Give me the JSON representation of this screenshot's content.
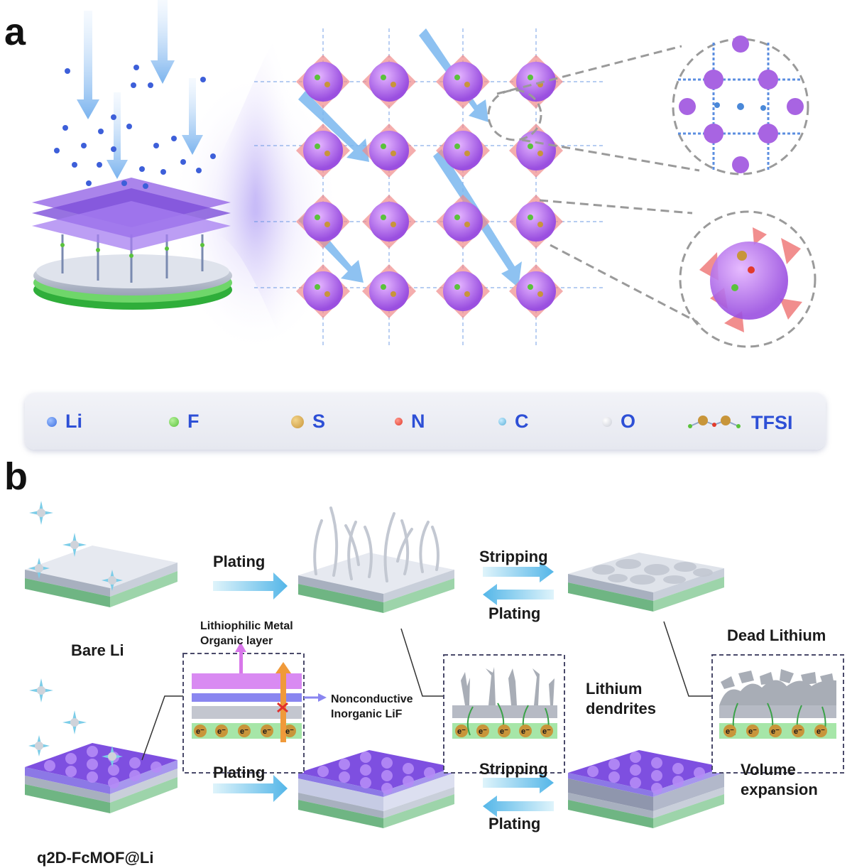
{
  "panel_a": {
    "letter": "a",
    "legend": [
      {
        "label": "Li",
        "color": "#3d6fe0"
      },
      {
        "label": "F",
        "color": "#5ac23c"
      },
      {
        "label": "S",
        "color": "#c8953a"
      },
      {
        "label": "N",
        "color": "#e23a2c"
      },
      {
        "label": "C",
        "color": "#5ab0d8"
      },
      {
        "label": "O",
        "color": "#c9ccd6"
      },
      {
        "label": "TFSI",
        "color": "#2d4fd6"
      }
    ]
  },
  "panel_b": {
    "letter": "b",
    "top_row": {
      "plating1": "Plating",
      "stripping": "Stripping",
      "plating2": "Plating",
      "start_label": "Bare Li",
      "dead_lithium": "Dead Lithium",
      "dendrites": "Lithium dendrites"
    },
    "inset": {
      "lithiophilic": "Lithiophilic Metal Organic layer",
      "nonconductive": "Nonconductive Inorganic LiF",
      "electron": "e⁻"
    },
    "bottom_row": {
      "plating1": "Plating",
      "stripping": "Stripping",
      "plating2": "Plating",
      "start_label": "q2D-FcMOF@Li",
      "volume": "Volume expansion"
    }
  }
}
